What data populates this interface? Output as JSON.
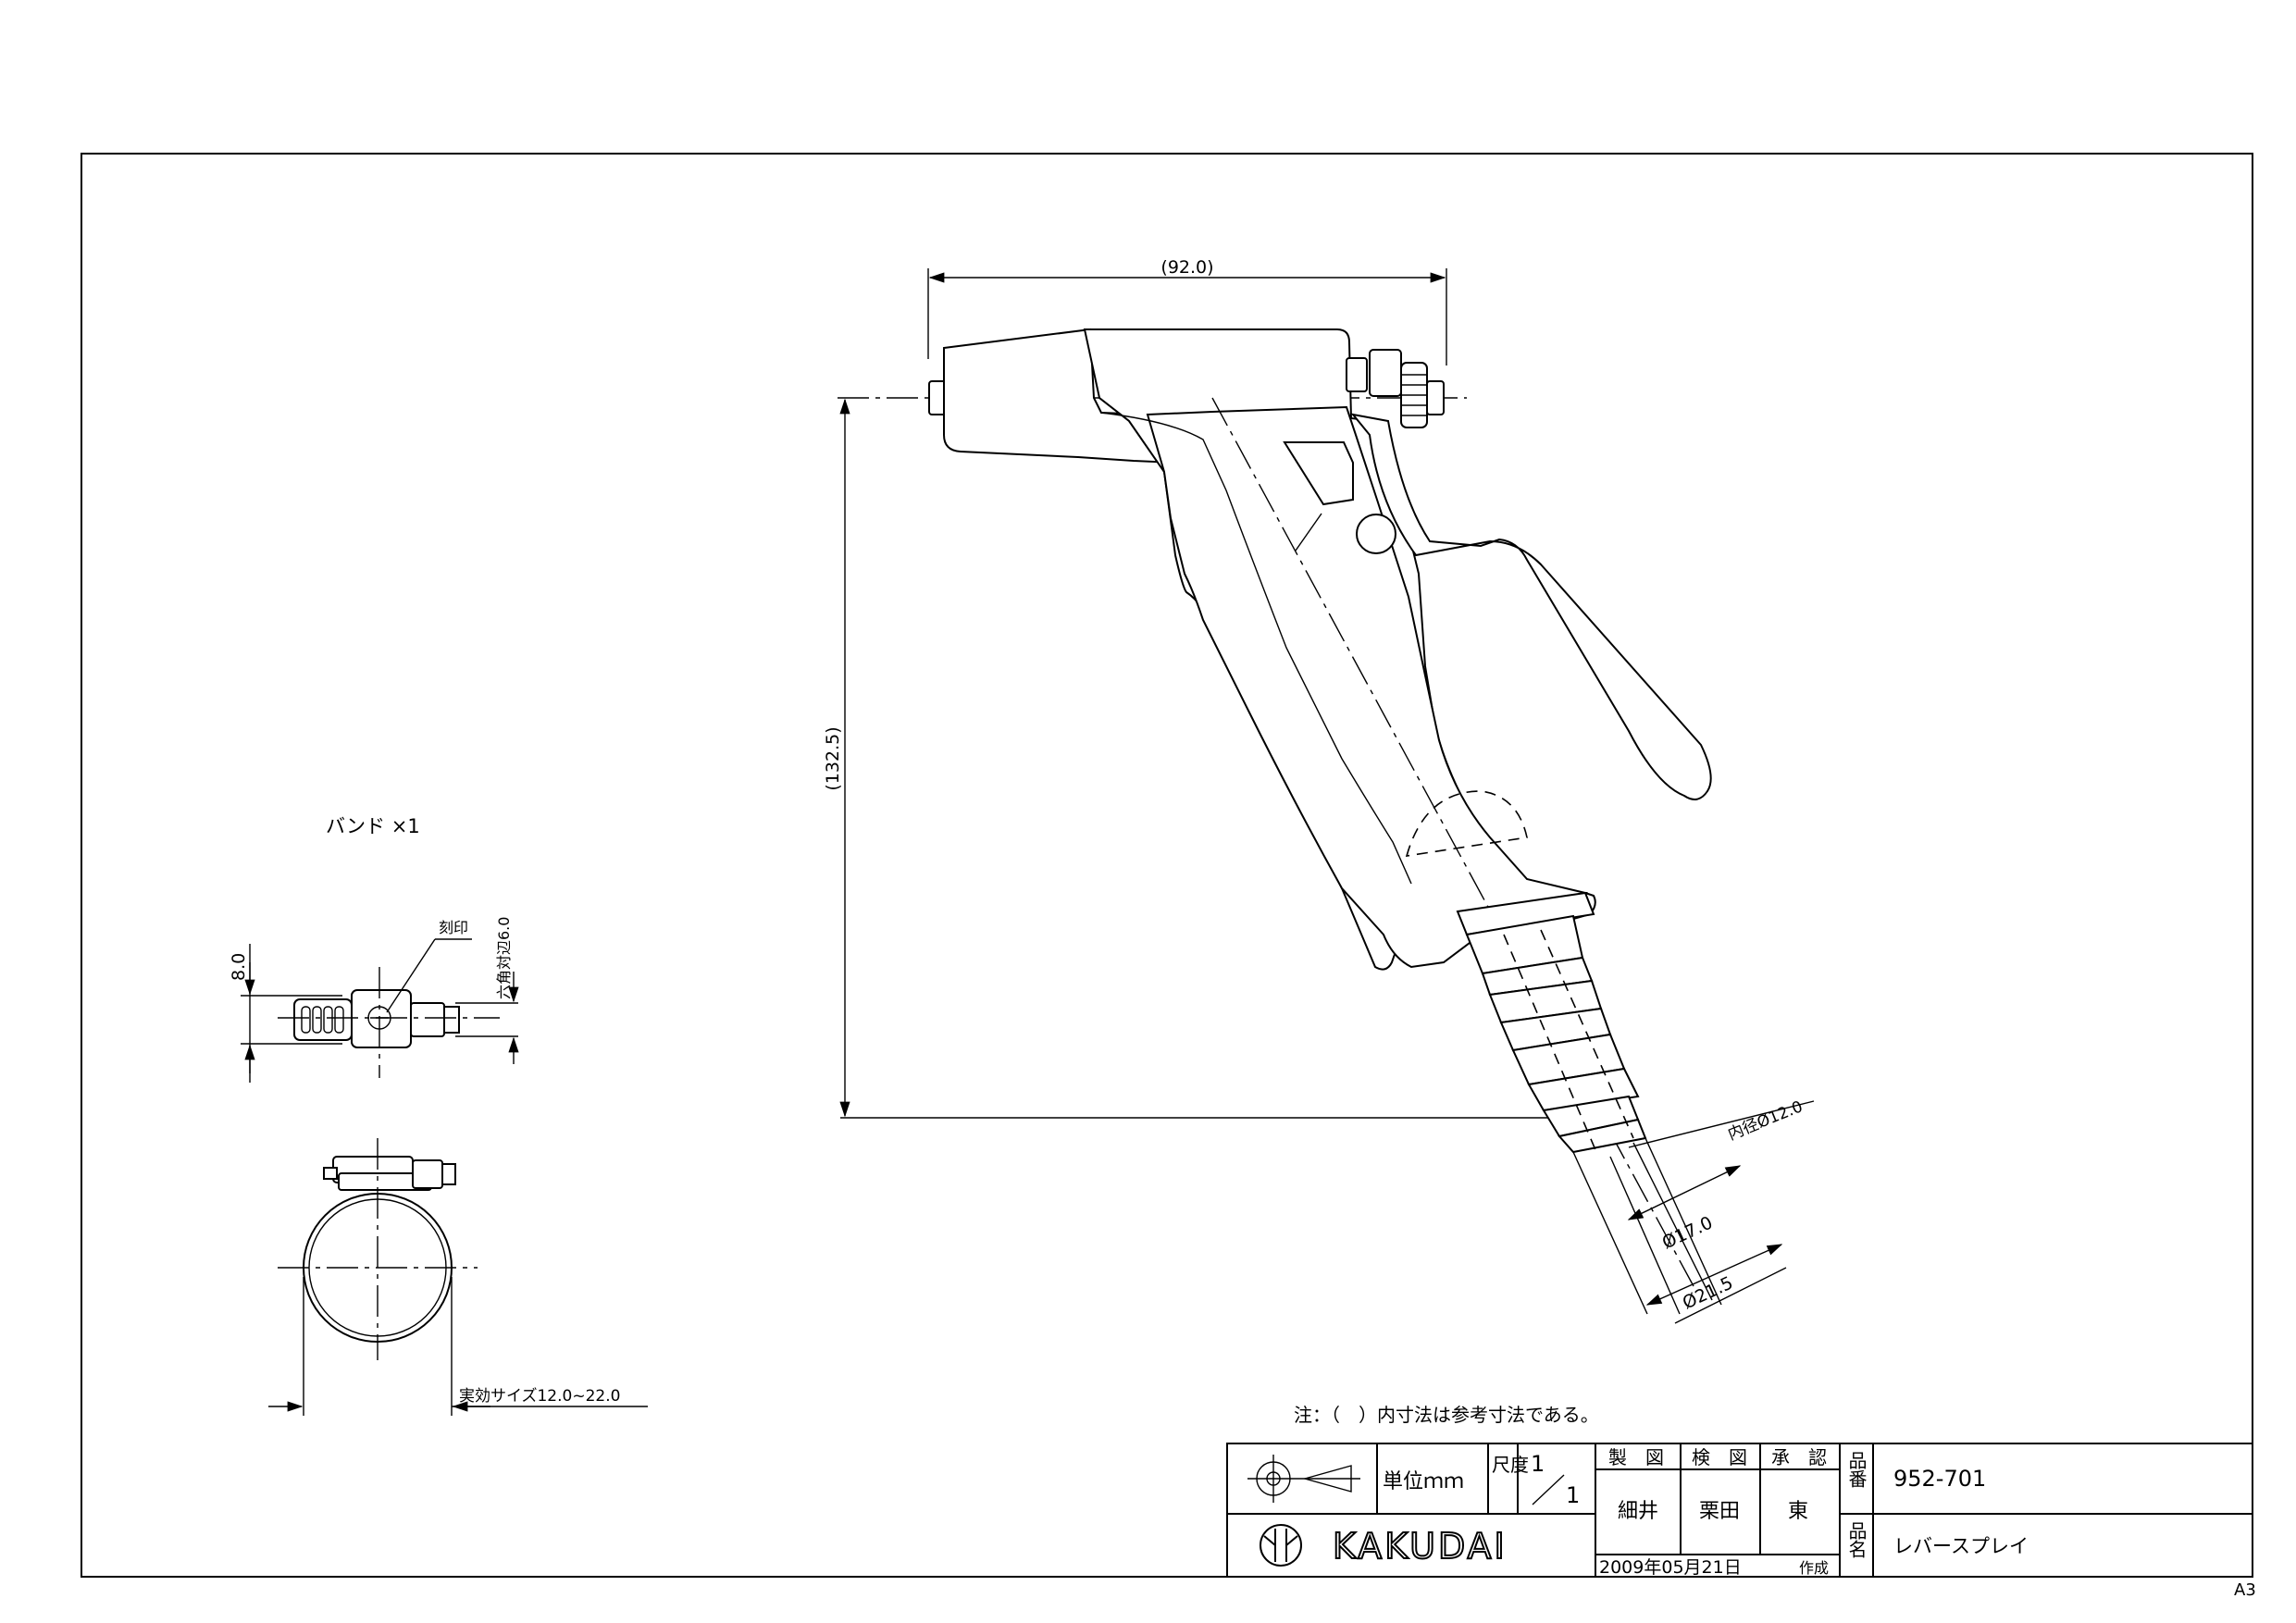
{
  "sheet_size": "A3",
  "main_view": {
    "dim_width": "(92.0)",
    "dim_height": "(132.5)",
    "dim_inner_bore": "内径Ø12.0",
    "dim_outer_1": "Ø17.0",
    "dim_outer_2": "Ø21.5"
  },
  "band": {
    "title": "バンド  ×1",
    "dim_width": "8.0",
    "engraving_label": "刻印",
    "dim_hex": "六角対辺6.0",
    "effective_size": "実効サイズ12.0~22.0"
  },
  "note": "注：（　）内寸法は参考寸法である。",
  "title_block": {
    "unit_label": "単位ｍｍ",
    "scale_label": "尺度",
    "scale_num": "1",
    "scale_den": "1",
    "drawn_label": "製　図",
    "checked_label": "検　図",
    "approved_label": "承　認",
    "drawn_by": "細井",
    "checked_by": "栗田",
    "approved_by": "東",
    "part_no_label": "品番",
    "part_no": "952-701",
    "part_name_label": "品名",
    "part_name": "レバースプレイ",
    "date": "2009年05月21日",
    "date_suffix": "作成",
    "logo_text": "KAKUDAI"
  }
}
